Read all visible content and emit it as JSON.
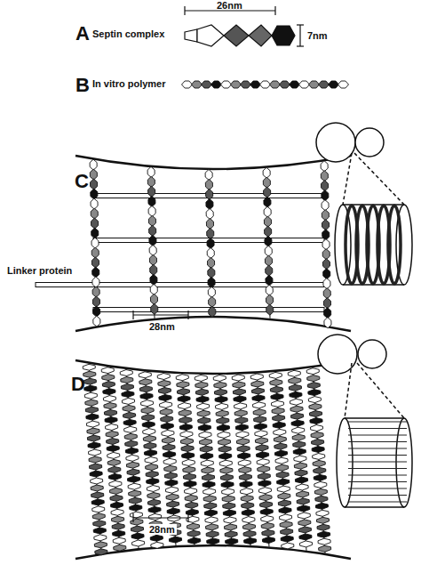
{
  "diagram": {
    "labels": [
      "A",
      "Septin complex",
      "26nm",
      "7nm",
      "B",
      "In vitro polymer",
      "C",
      "Linker protein",
      "28nm",
      "D",
      "28nm"
    ]
  }
}
